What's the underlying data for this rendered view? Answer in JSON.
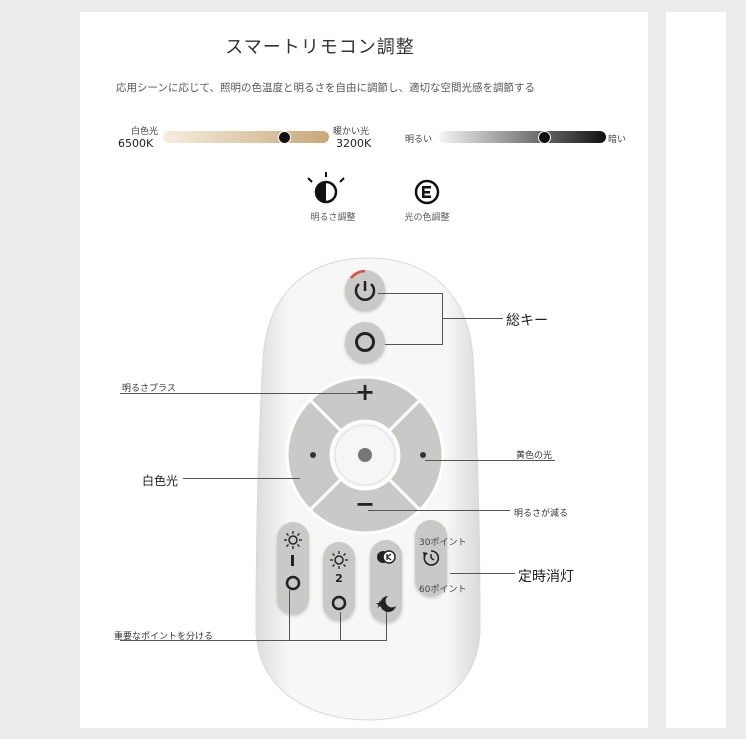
{
  "title": "スマートリモコン調整",
  "description": "応用シーンに応じて、照明の色温度と明るさを自由に調節し、適切な空間光感を調節する",
  "color_temp_slider": {
    "left_label": "白色光",
    "left_value": "6500K",
    "right_label": "暖かい光",
    "right_value": "3200K",
    "level": 0.73,
    "gradient_start": "#f6ede0",
    "gradient_end": "#c8a878"
  },
  "brightness_slider": {
    "left_label": "明るい",
    "right_label": "暗い",
    "level": 0.63,
    "gradient_start": "#f5f5f5",
    "gradient_end": "#111111"
  },
  "modes": [
    {
      "icon": "half-sun-icon",
      "label": "明るさ調整"
    },
    {
      "icon": "color-light-icon",
      "label": "光の色調整"
    }
  ],
  "remote": {
    "plus_symbol": "+",
    "minus_symbol": "−",
    "scene1_number": "1",
    "scene2_number": "2",
    "power_button_color": "#e64a3c",
    "body_color": "#f4f4f4",
    "button_color": "#c9c9c7"
  },
  "callouts": {
    "master_key": "総キー",
    "brightness_plus": "明るさプラス",
    "white_light": "白色光",
    "yellow_light": "黄色の光",
    "brightness_minus": "明るさが減る",
    "timer_30": "30ポイント",
    "timer_60": "60ポイント",
    "timer_off": "定時消灯",
    "memory_points": "重要なポイントを分ける"
  }
}
